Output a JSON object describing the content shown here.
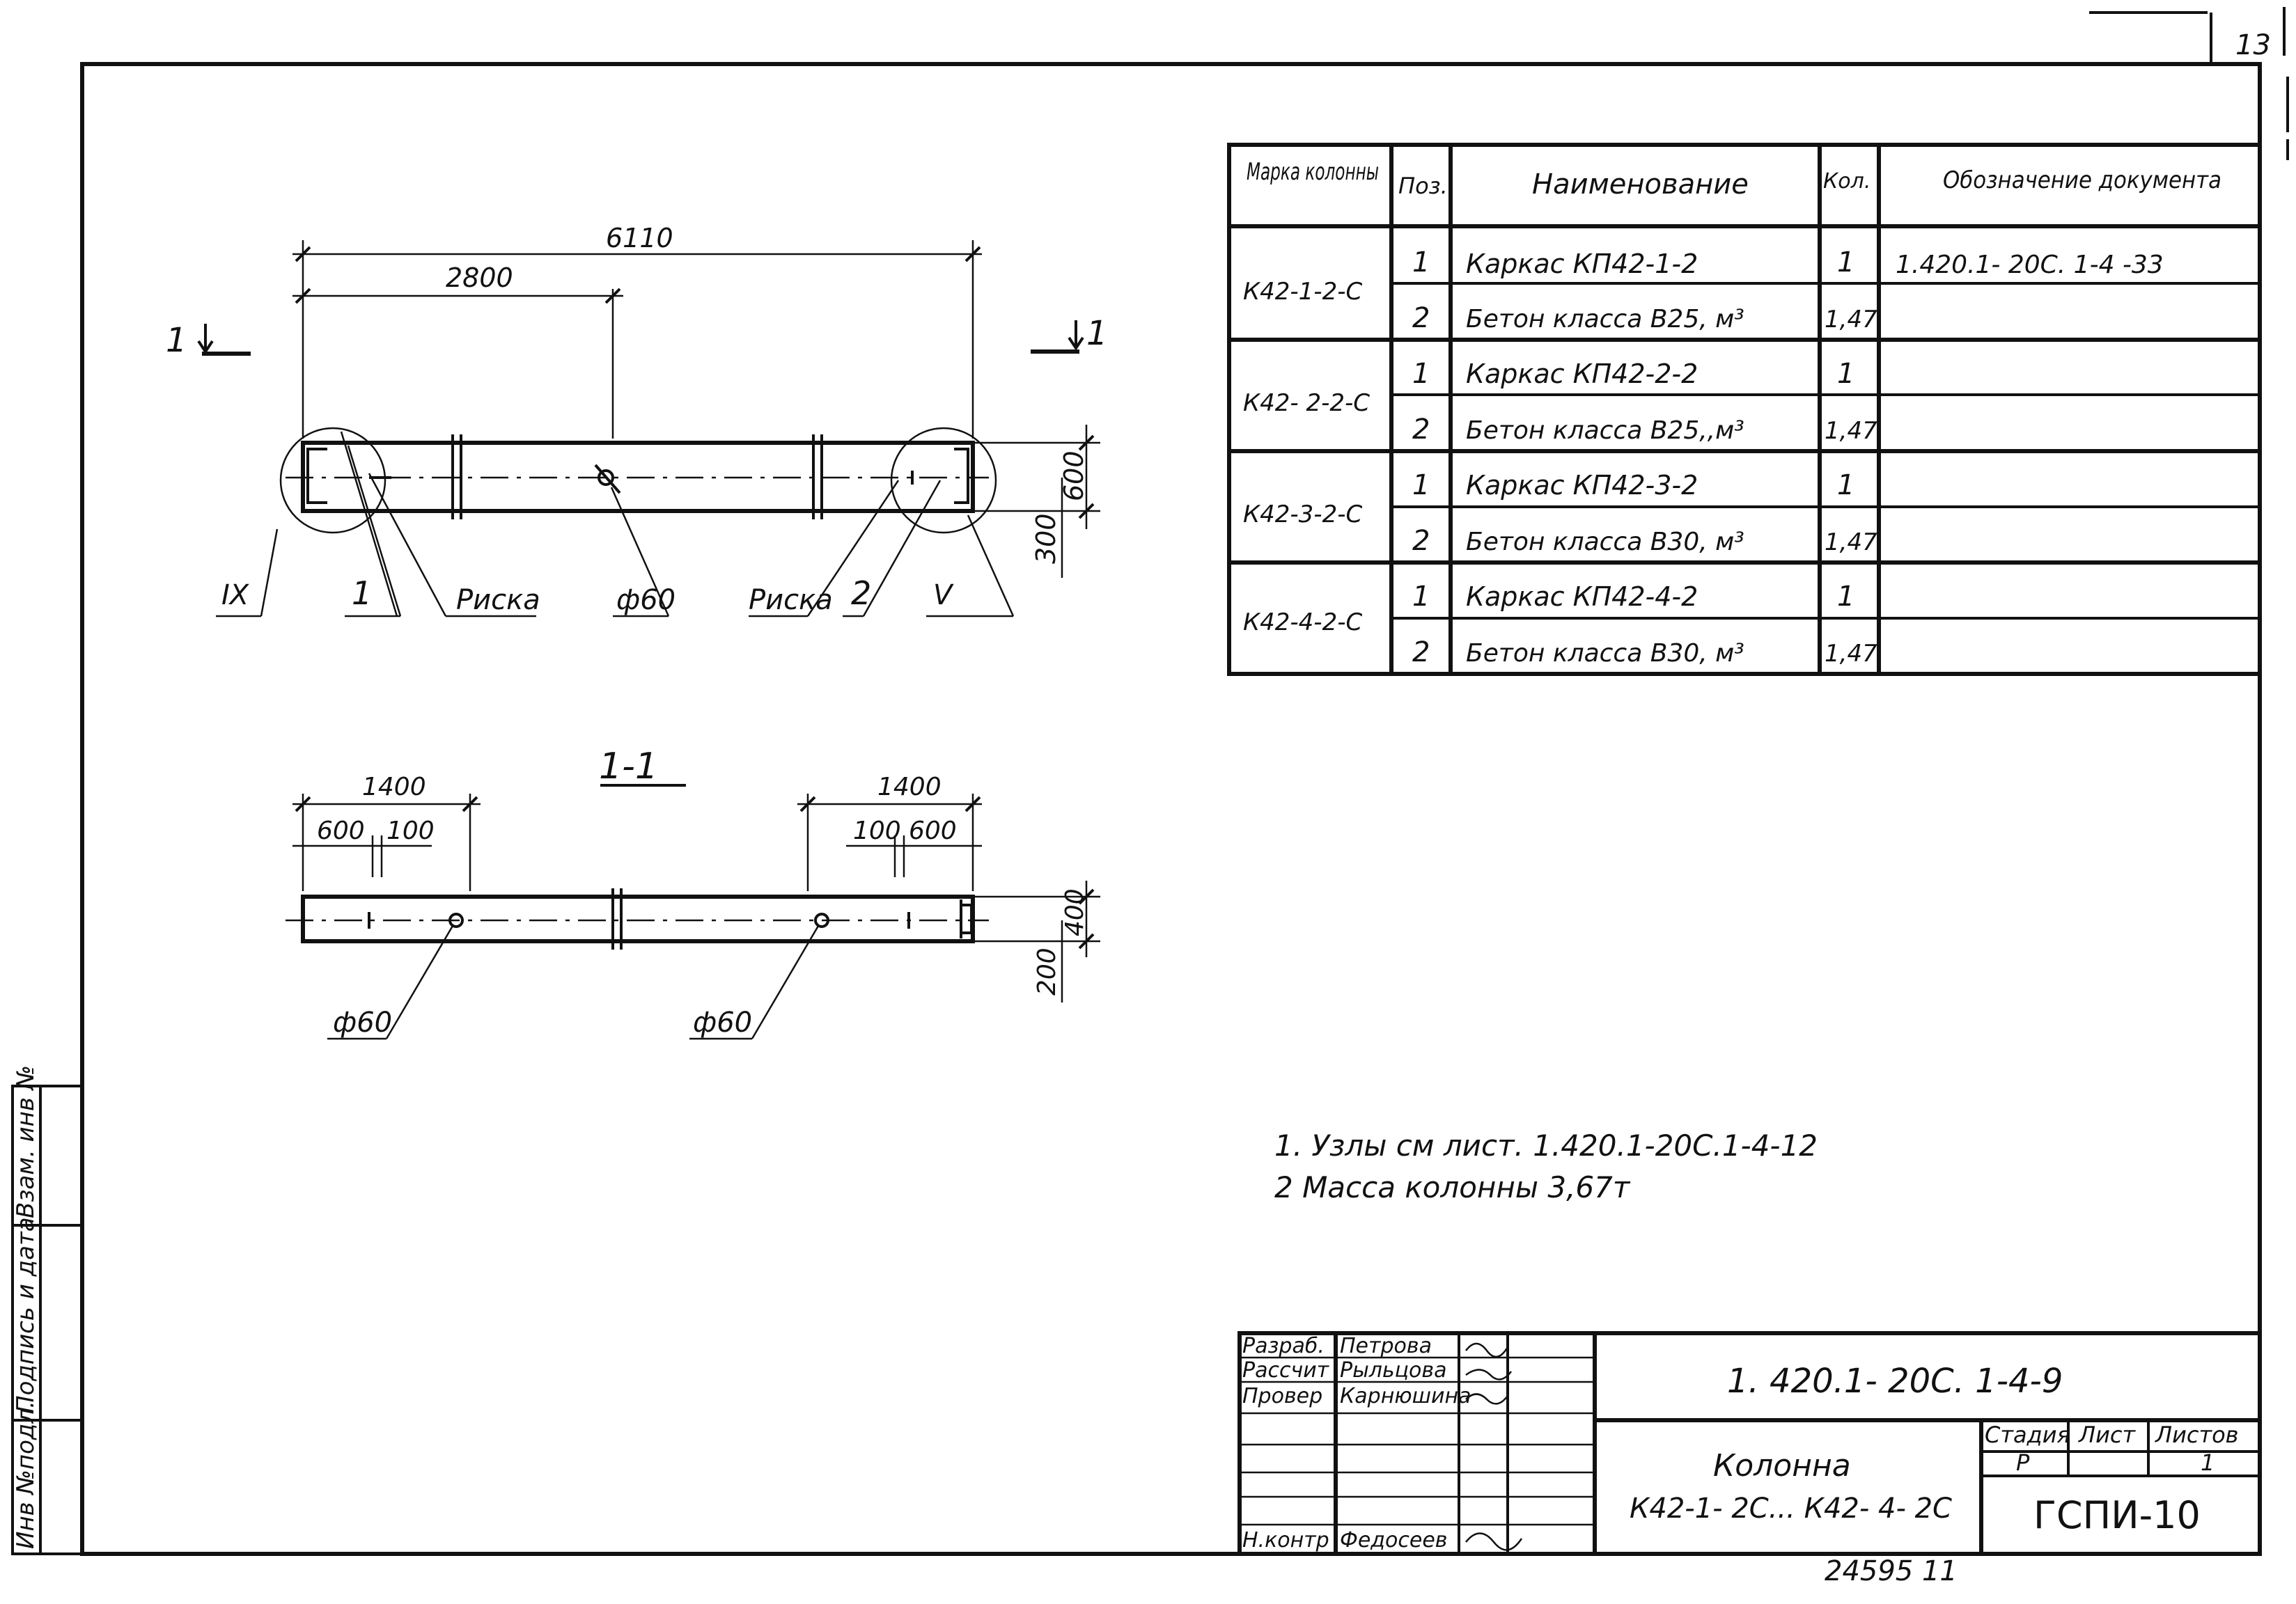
{
  "sheet_number": "13",
  "plan_view": {
    "section_marker_left": "1",
    "section_marker_right": "1",
    "dim_overall": "6110",
    "dim_to_hole": "2800",
    "dim_height": "600",
    "dim_half_height": "300",
    "callouts": {
      "node_ix": "IX",
      "pos_1": "1",
      "mark_left": "Риска",
      "hole": "ф60",
      "mark_right": "Риска",
      "pos_2": "2",
      "node_v": "V"
    }
  },
  "section_view": {
    "title": "1-1",
    "dim_left_total": "1400",
    "dim_left_600": "600",
    "dim_left_100": "100",
    "dim_right_total": "1400",
    "dim_right_100": "100",
    "dim_right_600": "600",
    "dim_height": "400",
    "dim_half_height": "200",
    "hole_left": "ф60",
    "hole_right": "ф60"
  },
  "spec_table": {
    "headers": {
      "mark": "Марка колонны",
      "pos": "Поз.",
      "name": "Наименование",
      "qty": "Кол.",
      "doc": "Обозначение документа"
    },
    "groups": [
      {
        "mark": "К42-1-2-С",
        "rows": [
          {
            "pos": "1",
            "name": "Каркас  КП42-1-2",
            "qty": "1",
            "doc": "1.420.1- 20С. 1-4 -33"
          },
          {
            "pos": "2",
            "name": "Бетон  класса  В25, м³",
            "qty": "1,47",
            "doc": ""
          }
        ]
      },
      {
        "mark": "К42- 2-2-С",
        "rows": [
          {
            "pos": "1",
            "name": "Каркас   КП42-2-2",
            "qty": "1",
            "doc": ""
          },
          {
            "pos": "2",
            "name": "Бетон  класса  В25,,м³",
            "qty": "1,47",
            "doc": ""
          }
        ]
      },
      {
        "mark": "К42-3-2-С",
        "rows": [
          {
            "pos": "1",
            "name": "Каркас    КП42-3-2",
            "qty": "1",
            "doc": ""
          },
          {
            "pos": "2",
            "name": "Бетон  класса  В30, м³",
            "qty": "1,47",
            "doc": ""
          }
        ]
      },
      {
        "mark": "К42-4-2-С",
        "rows": [
          {
            "pos": "1",
            "name": "Каркас  КП42-4-2",
            "qty": "1",
            "doc": ""
          },
          {
            "pos": "2",
            "name": "Бетон  класса  В30, м³",
            "qty": "1,47",
            "doc": ""
          }
        ]
      }
    ]
  },
  "notes": [
    "1. Узлы см лист. 1.420.1-20С.1-4-12",
    "2 Масса   колонны 3,67т"
  ],
  "side_stamp": [
    "Инв №подл.",
    "Подпись и дата",
    "Взам. инв №"
  ],
  "title_block": {
    "roles": [
      {
        "role": "Разраб.",
        "name": "Петрова"
      },
      {
        "role": "Рассчит",
        "name": "Рыльцова"
      },
      {
        "role": "Провер",
        "name": "Карнюшина"
      },
      {
        "role": "",
        "name": ""
      },
      {
        "role": "",
        "name": ""
      },
      {
        "role": "",
        "name": ""
      },
      {
        "role": "Н.контр",
        "name": "Федосеев"
      }
    ],
    "designation": "1. 420.1- 20С. 1-4-9",
    "product_title": "Колонна",
    "product_range": "К42-1- 2С... К42- 4- 2С",
    "stage_label": "Стадия",
    "sheet_label": "Лист",
    "sheets_label": "Листов",
    "stage": "Р",
    "sheet": "",
    "sheets": "1",
    "org": "ГСПИ-10"
  },
  "bottom_number": "24595  11"
}
